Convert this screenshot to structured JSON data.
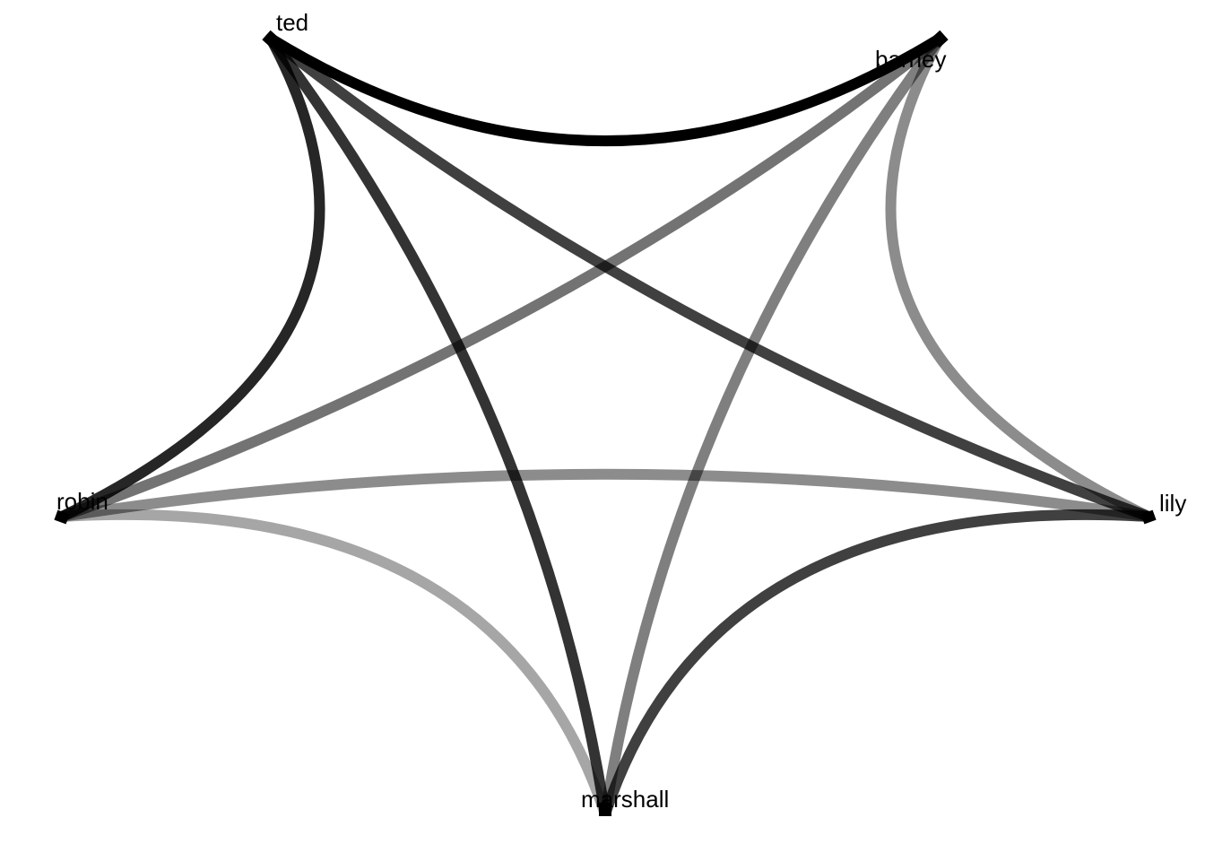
{
  "diagram": {
    "type": "circular-network",
    "nodes": [
      {
        "id": "ted",
        "label": "ted"
      },
      {
        "id": "barney",
        "label": "barney"
      },
      {
        "id": "lily",
        "label": "lily"
      },
      {
        "id": "marshall",
        "label": "marshall"
      },
      {
        "id": "robin",
        "label": "robin"
      }
    ],
    "edges": [
      {
        "from": "ted",
        "to": "barney",
        "opacity": 1.0
      },
      {
        "from": "ted",
        "to": "robin",
        "opacity": 0.85
      },
      {
        "from": "ted",
        "to": "marshall",
        "opacity": 0.8
      },
      {
        "from": "ted",
        "to": "lily",
        "opacity": 0.75
      },
      {
        "from": "barney",
        "to": "lily",
        "opacity": 0.45
      },
      {
        "from": "barney",
        "to": "marshall",
        "opacity": 0.5
      },
      {
        "from": "barney",
        "to": "robin",
        "opacity": 0.55
      },
      {
        "from": "lily",
        "to": "marshall",
        "opacity": 0.75
      },
      {
        "from": "lily",
        "to": "robin",
        "opacity": 0.45
      },
      {
        "from": "marshall",
        "to": "robin",
        "opacity": 0.35
      }
    ],
    "edge_color": "#000000",
    "label_color": "#000000"
  }
}
